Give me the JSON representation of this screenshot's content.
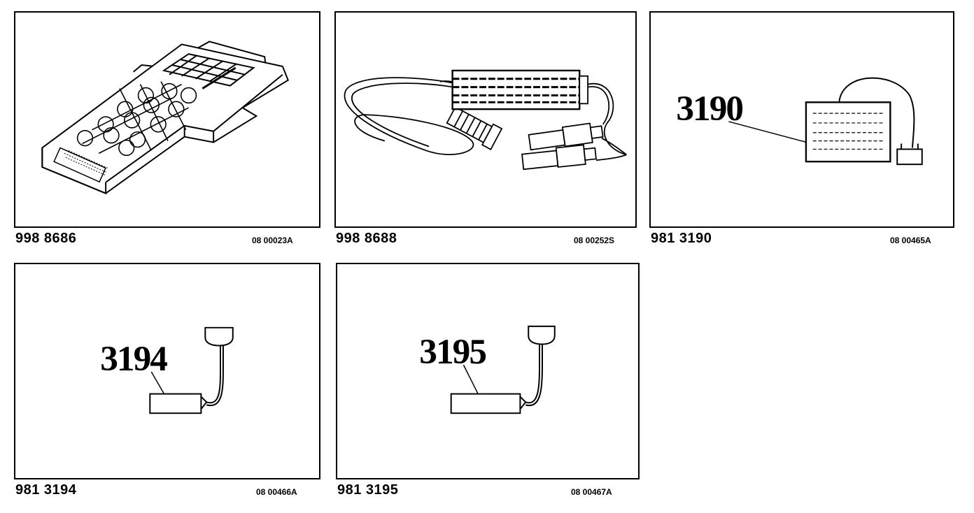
{
  "items": [
    {
      "part_number": "998 8686",
      "figure_code": "08 00023A"
    },
    {
      "part_number": "998 8688",
      "figure_code": "08 00252S"
    },
    {
      "part_number": "981 3190",
      "figure_code": "08 00465A",
      "callout": "3190"
    },
    {
      "part_number": "981 3194",
      "figure_code": "08 00466A",
      "callout": "3194"
    },
    {
      "part_number": "981 3195",
      "figure_code": "08 00467A",
      "callout": "3195"
    }
  ]
}
